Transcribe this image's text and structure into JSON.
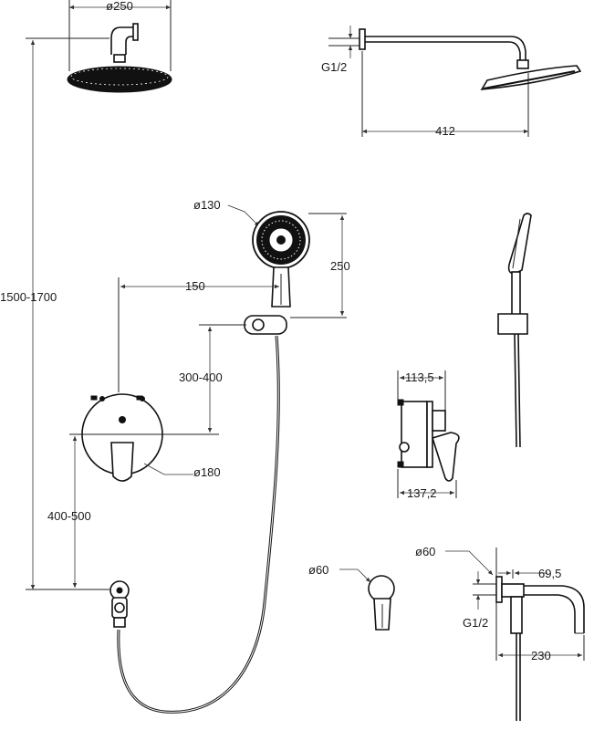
{
  "labels": {
    "head_diameter": "ø250",
    "thread_top": "G1/2",
    "arm_length": "412",
    "total_height": "1500-1700",
    "hand_diameter": "ø130",
    "hand_length": "250",
    "offset": "150",
    "holder_height": "300-400",
    "mixer_diameter": "ø180",
    "outlet_height": "400-500",
    "body_depth": "113,5",
    "body_total": "137,2",
    "flange_left": "ø60",
    "flange_right": "ø60",
    "spout_offset": "69,5",
    "thread_bottom": "G1/2",
    "spout_length": "230"
  }
}
